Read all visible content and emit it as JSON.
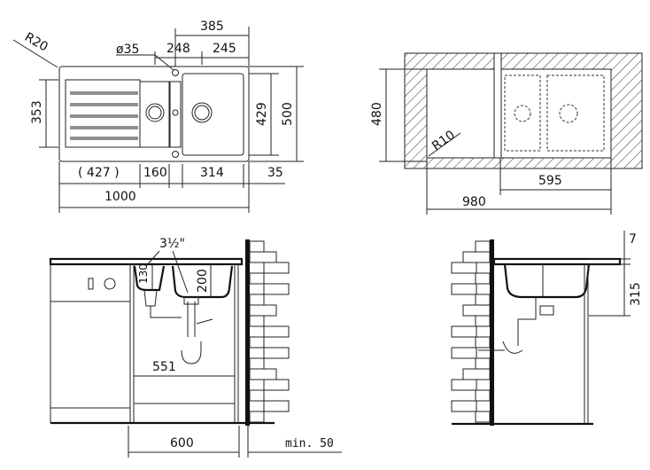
{
  "top_view": {
    "dims": {
      "r20": "R20",
      "d35": "ø35",
      "d385": "385",
      "d248": "248",
      "d245": "245",
      "d353": "353",
      "d429": "429",
      "d500": "500",
      "d427": "( 427 )",
      "d160": "160",
      "d314": "314",
      "d35b": "35",
      "d1000": "1000"
    }
  },
  "cutout_view": {
    "dims": {
      "d480": "480",
      "r10": "R10",
      "d595": "595",
      "d980": "980"
    }
  },
  "side_view_front": {
    "dims": {
      "d3half": "3½\"",
      "d130": "130",
      "d200": "200",
      "d551": "551",
      "d600": "600",
      "min50": "min.  50"
    }
  },
  "side_view_side": {
    "dims": {
      "d7": "7",
      "d315": "315"
    }
  }
}
